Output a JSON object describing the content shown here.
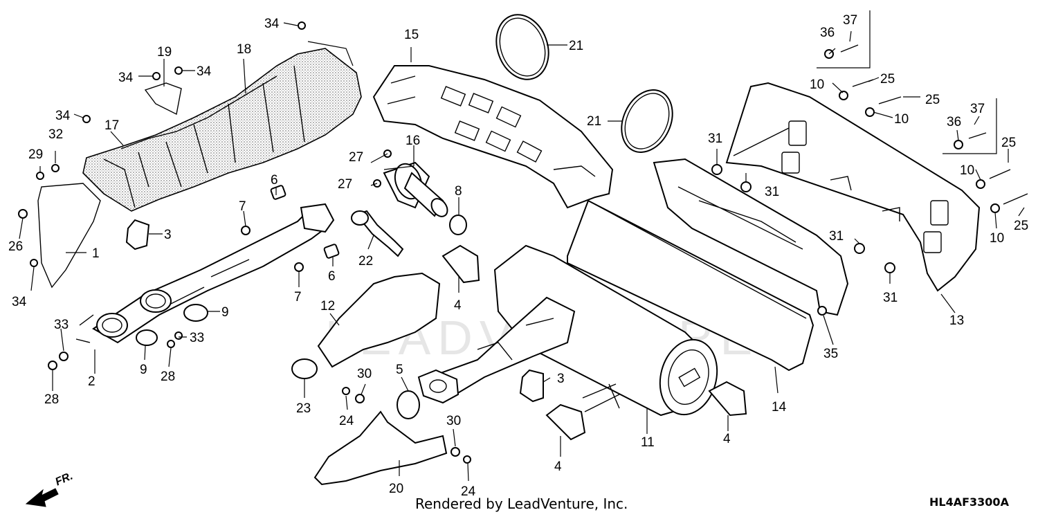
{
  "credit": "Rendered by LeadVenture, Inc.",
  "diagram_code": "HL4AF3300A",
  "watermark": "LEADVENTURE",
  "orientation_label": "FR.",
  "callouts": [
    {
      "id": "c1",
      "text": "1"
    },
    {
      "id": "c2",
      "text": "2"
    },
    {
      "id": "c3a",
      "text": "3"
    },
    {
      "id": "c3b",
      "text": "3"
    },
    {
      "id": "c4a",
      "text": "4"
    },
    {
      "id": "c4b",
      "text": "4"
    },
    {
      "id": "c4c",
      "text": "4"
    },
    {
      "id": "c5",
      "text": "5"
    },
    {
      "id": "c6a",
      "text": "6"
    },
    {
      "id": "c6b",
      "text": "6"
    },
    {
      "id": "c7a",
      "text": "7"
    },
    {
      "id": "c7b",
      "text": "7"
    },
    {
      "id": "c8",
      "text": "8"
    },
    {
      "id": "c9a",
      "text": "9"
    },
    {
      "id": "c9b",
      "text": "9"
    },
    {
      "id": "c10a",
      "text": "10"
    },
    {
      "id": "c10b",
      "text": "10"
    },
    {
      "id": "c10c",
      "text": "10"
    },
    {
      "id": "c10d",
      "text": "10"
    },
    {
      "id": "c11",
      "text": "11"
    },
    {
      "id": "c12",
      "text": "12"
    },
    {
      "id": "c13",
      "text": "13"
    },
    {
      "id": "c14",
      "text": "14"
    },
    {
      "id": "c15",
      "text": "15"
    },
    {
      "id": "c16",
      "text": "16"
    },
    {
      "id": "c17",
      "text": "17"
    },
    {
      "id": "c18",
      "text": "18"
    },
    {
      "id": "c19",
      "text": "19"
    },
    {
      "id": "c20",
      "text": "20"
    },
    {
      "id": "c21a",
      "text": "21"
    },
    {
      "id": "c21b",
      "text": "21"
    },
    {
      "id": "c22",
      "text": "22"
    },
    {
      "id": "c23",
      "text": "23"
    },
    {
      "id": "c24a",
      "text": "24"
    },
    {
      "id": "c24b",
      "text": "24"
    },
    {
      "id": "c25a",
      "text": "25"
    },
    {
      "id": "c25b",
      "text": "25"
    },
    {
      "id": "c25c",
      "text": "25"
    },
    {
      "id": "c25d",
      "text": "25"
    },
    {
      "id": "c26",
      "text": "26"
    },
    {
      "id": "c27a",
      "text": "27"
    },
    {
      "id": "c27b",
      "text": "27"
    },
    {
      "id": "c28a",
      "text": "28"
    },
    {
      "id": "c28b",
      "text": "28"
    },
    {
      "id": "c29",
      "text": "29"
    },
    {
      "id": "c30a",
      "text": "30"
    },
    {
      "id": "c30b",
      "text": "30"
    },
    {
      "id": "c31a",
      "text": "31"
    },
    {
      "id": "c31b",
      "text": "31"
    },
    {
      "id": "c31c",
      "text": "31"
    },
    {
      "id": "c31d",
      "text": "31"
    },
    {
      "id": "c32",
      "text": "32"
    },
    {
      "id": "c33a",
      "text": "33"
    },
    {
      "id": "c33b",
      "text": "33"
    },
    {
      "id": "c34a",
      "text": "34"
    },
    {
      "id": "c34b",
      "text": "34"
    },
    {
      "id": "c34c",
      "text": "34"
    },
    {
      "id": "c34d",
      "text": "34"
    },
    {
      "id": "c34e",
      "text": "34"
    },
    {
      "id": "c35",
      "text": "35"
    },
    {
      "id": "c36a",
      "text": "36"
    },
    {
      "id": "c36b",
      "text": "36"
    },
    {
      "id": "c37a",
      "text": "37"
    },
    {
      "id": "c37b",
      "text": "37"
    }
  ]
}
